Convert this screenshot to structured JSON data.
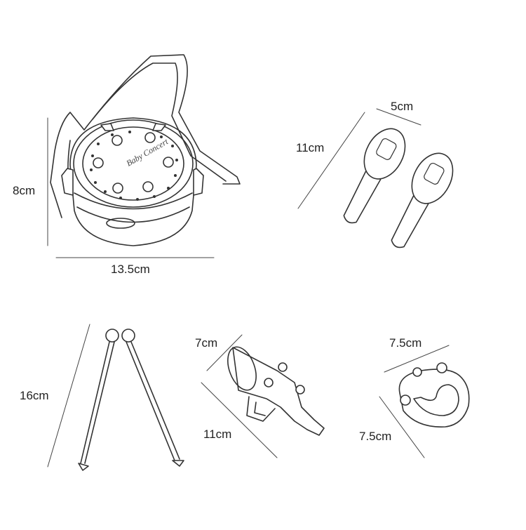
{
  "drum": {
    "height_label": "8cm",
    "width_label": "13.5cm",
    "brand_text": "Baby Concert"
  },
  "maracas": {
    "length_label": "11cm",
    "width_label": "5cm"
  },
  "drumsticks": {
    "length_label": "16cm"
  },
  "trumpet": {
    "width_label": "7cm",
    "length_label": "11cm"
  },
  "tambourine": {
    "width_label": "7.5cm",
    "height_label": "7.5cm"
  }
}
